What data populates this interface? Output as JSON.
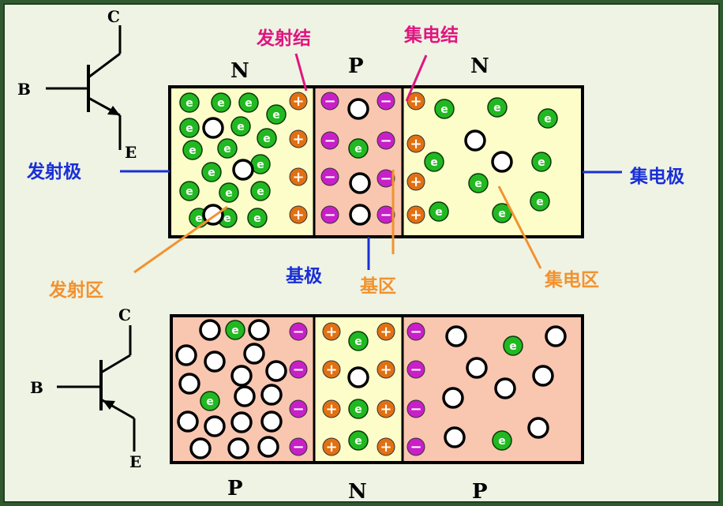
{
  "npn": {
    "terminal_c": "C",
    "terminal_b": "B",
    "terminal_e": "E",
    "region_left": "N",
    "region_mid": "P",
    "region_right": "N",
    "emitter_junction": "发射结",
    "collector_junction": "集电结",
    "emitter_electrode": "发射极",
    "collector_electrode": "集电极",
    "base_electrode": "基极",
    "emitter_region": "发射区",
    "base_region": "基区",
    "collector_region": "集电区",
    "electron_symbol": "e",
    "plus_symbol": "+",
    "minus_symbol": "−"
  },
  "pnp": {
    "terminal_c": "C",
    "terminal_b": "B",
    "terminal_e": "E",
    "region_left": "P",
    "region_mid": "N",
    "region_right": "P"
  },
  "colors": {
    "n_region": "#fdfdc9",
    "p_region": "#f9c6b0",
    "electron": "#22b822",
    "positive_ion": "#e27012",
    "negative_ion": "#c81fc8",
    "electrode_label": "#1a2fd6",
    "junction_label": "#e0157f",
    "region_label": "#f29230"
  }
}
